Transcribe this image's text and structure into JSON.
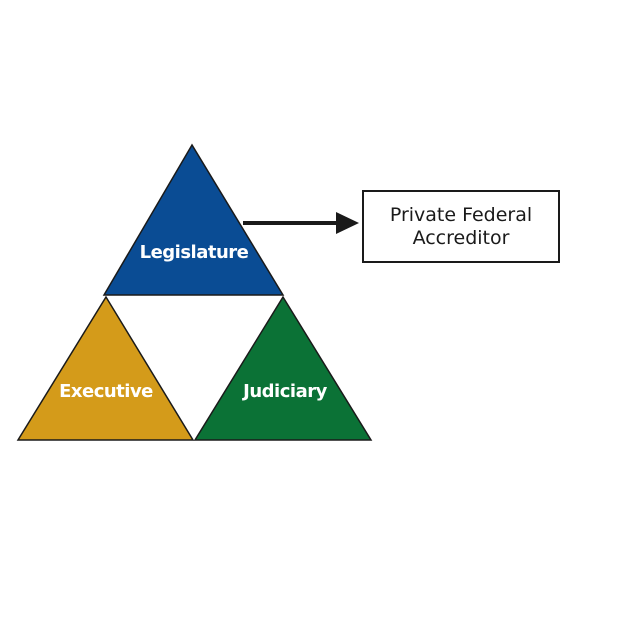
{
  "diagram": {
    "triangles": {
      "top": {
        "label": "Legislature",
        "color": "#0a4c94"
      },
      "bottom_left": {
        "label": "Executive",
        "color": "#d49b1a"
      },
      "bottom_right": {
        "label": "Judiciary",
        "color": "#0b7236"
      }
    },
    "arrow": {
      "from": "Legislature",
      "to": "Private Federal Accreditor"
    },
    "box": {
      "line1": "Private Federal",
      "line2": "Accreditor"
    }
  }
}
